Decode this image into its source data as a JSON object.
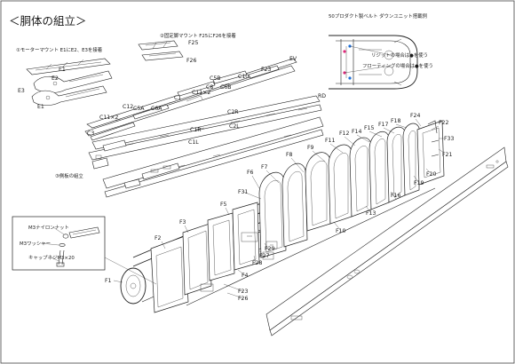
{
  "title": "＜胴体の組立＞",
  "steps": {
    "motor_mount": "①モーターマウント E1にE2、E3を接着",
    "fixed_leg_mount": "②固定脚マウント F25にF26を接着",
    "side_frame": "③側板の組立"
  },
  "belt_unit": {
    "heading": "50プロダクト製ベルト ダウンユニット搭載例",
    "rigid_note": "リジットの場合は●を使う",
    "floating_note": "フローティングの場合は●を使う",
    "rigid_dot_color": "#1e6fd9",
    "floating_dot_color": "#e0287a"
  },
  "hardware": {
    "nut": "M3ナイロンナット",
    "washer": "M3ワッシャー",
    "screw": "キャップネジM3×20"
  },
  "parts": {
    "E1a": "E1",
    "E1b": "E1",
    "E2": "E2",
    "E3": "E3",
    "F25": "F25",
    "F26": "F26",
    "C1": "C1",
    "C12": "C12",
    "C11x2a": "C11×2",
    "C11x2b": "C11×2",
    "C3": "C3",
    "C5A": "C5A",
    "C5B": "C5B",
    "C6A": "C6A",
    "C6B": "C6B",
    "C8": "C8",
    "C10": "C10",
    "C1R": "C1R",
    "C2R": "C2R",
    "C1L": "C1L",
    "C2L": "C2L",
    "F23a": "F23",
    "F23b": "F23",
    "EV": "EV",
    "RD": "RD",
    "F1": "F1",
    "F2": "F2",
    "F3": "F3",
    "F4": "F4",
    "F5": "F5",
    "F6": "F6",
    "F7": "F7",
    "F8": "F8",
    "F9": "F9",
    "F10": "F10",
    "F11": "F11",
    "F12": "F12",
    "F13": "F13",
    "F14": "F14",
    "F15": "F15",
    "F16": "F16",
    "F17": "F17",
    "F18": "F18",
    "F19": "F19",
    "F20": "F20",
    "F21": "F21",
    "F22": "F22",
    "F24": "F24",
    "F26b": "F26",
    "F27": "F27",
    "F28": "F28",
    "F29": "F29",
    "F31": "F31",
    "F33": "F33"
  }
}
